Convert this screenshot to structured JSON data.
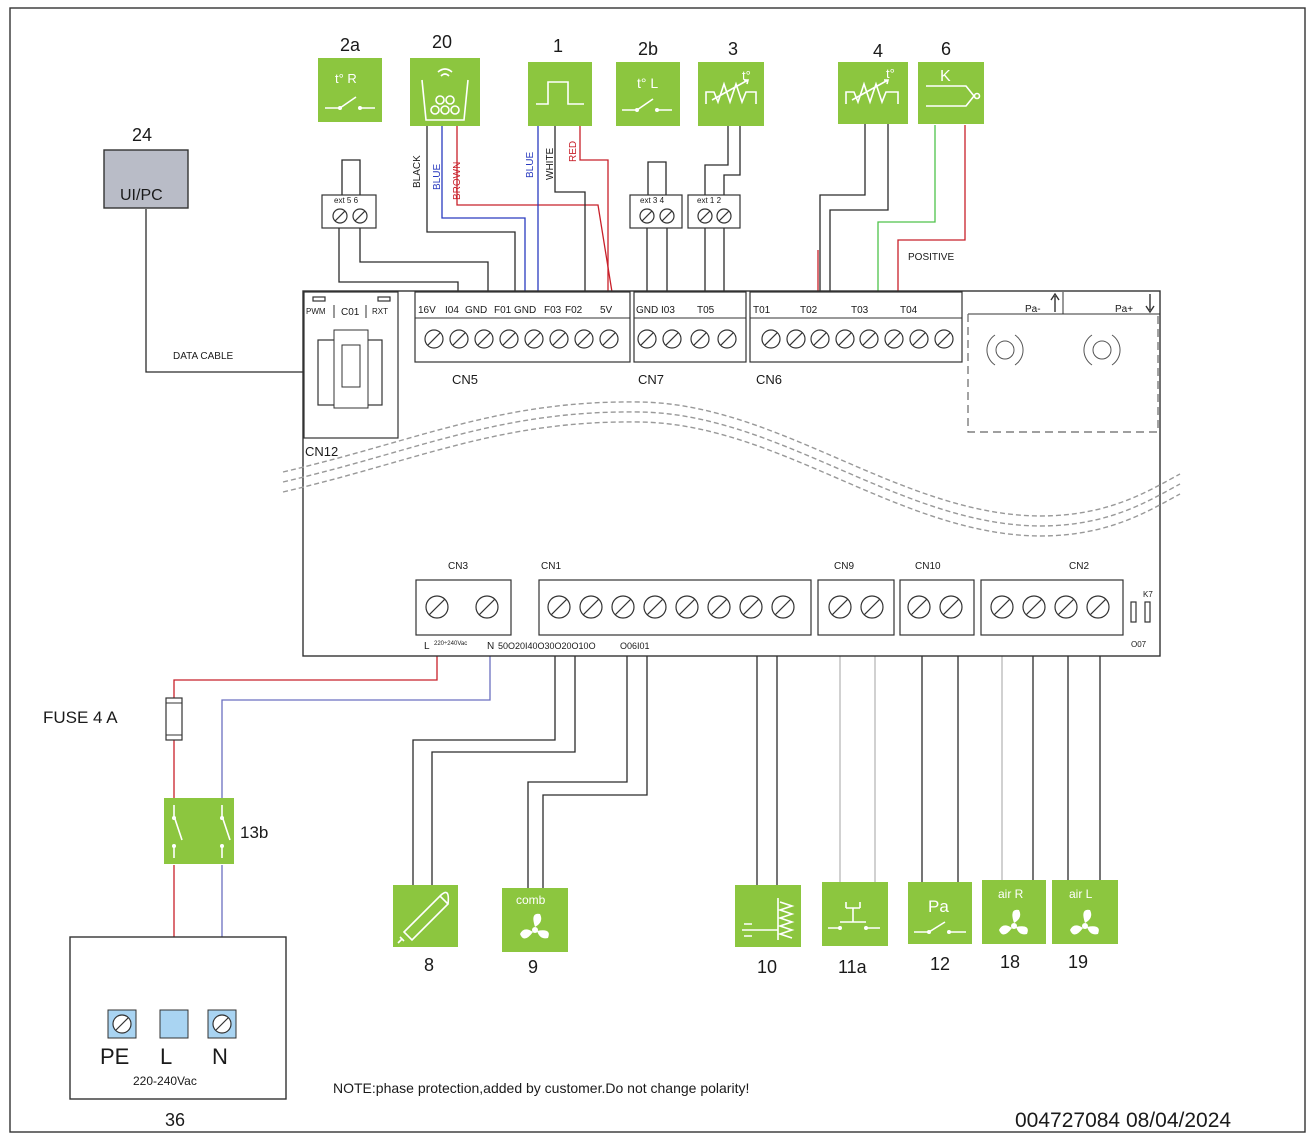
{
  "components": {
    "c24": {
      "num": "24",
      "label": "UI/PC"
    },
    "c2a": {
      "num": "2a",
      "label": "t° R"
    },
    "c20": {
      "num": "20"
    },
    "c1": {
      "num": "1"
    },
    "c2b": {
      "num": "2b",
      "label": "t° L"
    },
    "c3": {
      "num": "3",
      "label": "t°"
    },
    "c4": {
      "num": "4",
      "label": "t°"
    },
    "c6": {
      "num": "6",
      "label": "K"
    },
    "c8": {
      "num": "8"
    },
    "c9": {
      "num": "9",
      "label": "comb"
    },
    "c10": {
      "num": "10"
    },
    "c11a": {
      "num": "11a"
    },
    "c12": {
      "num": "12",
      "label": "Pa"
    },
    "c18": {
      "num": "18",
      "label": "air R"
    },
    "c19": {
      "num": "19",
      "label": "air L"
    },
    "c13b": {
      "num": "13b"
    },
    "c36": {
      "num": "36"
    }
  },
  "wire_labels": {
    "black": "BLACK",
    "blue1": "BLUE",
    "brown": "BROWN",
    "blue2": "BLUE",
    "white": "WHITE",
    "red": "RED",
    "positive": "POSITIVE",
    "data_cable": "DATA CABLE"
  },
  "ext": {
    "e56": "ext 5 6",
    "e34": "ext 3 4",
    "e12": "ext 1 2"
  },
  "connectors": {
    "cn5": "CN5",
    "cn7": "CN7",
    "cn6": "CN6",
    "cn12": "CN12",
    "cn3": "CN3",
    "cn1": "CN1",
    "cn9": "CN9",
    "cn10": "CN10",
    "cn2": "CN2"
  },
  "pins": {
    "pwm": "PWM",
    "c01": "C01",
    "rxt": "RXT",
    "cn5": [
      "16V",
      "I04",
      "GND",
      "F01",
      "GND",
      "F03",
      "F02",
      "5V"
    ],
    "cn7": [
      "GND",
      "I03"
    ],
    "cn7b": "T05",
    "cn6": [
      "T01",
      "T02",
      "T03",
      "T04"
    ],
    "pa_minus": "Pa-",
    "pa_plus": "Pa+",
    "cn3_l": "L",
    "cn3_v": "220÷240Vac",
    "cn3_n": "N",
    "cn1_pins": "50O20I40O30O20O10O",
    "cn1_tail": "O06I01",
    "k7": "K7",
    "o07": "O07"
  },
  "fuse": "FUSE 4 A",
  "power": {
    "pe": "PE",
    "l": "L",
    "n": "N",
    "voltage": "220-240Vac"
  },
  "note": "NOTE:phase protection,added by customer.Do not change polarity!",
  "doc_id": "004727084 08/04/2024"
}
